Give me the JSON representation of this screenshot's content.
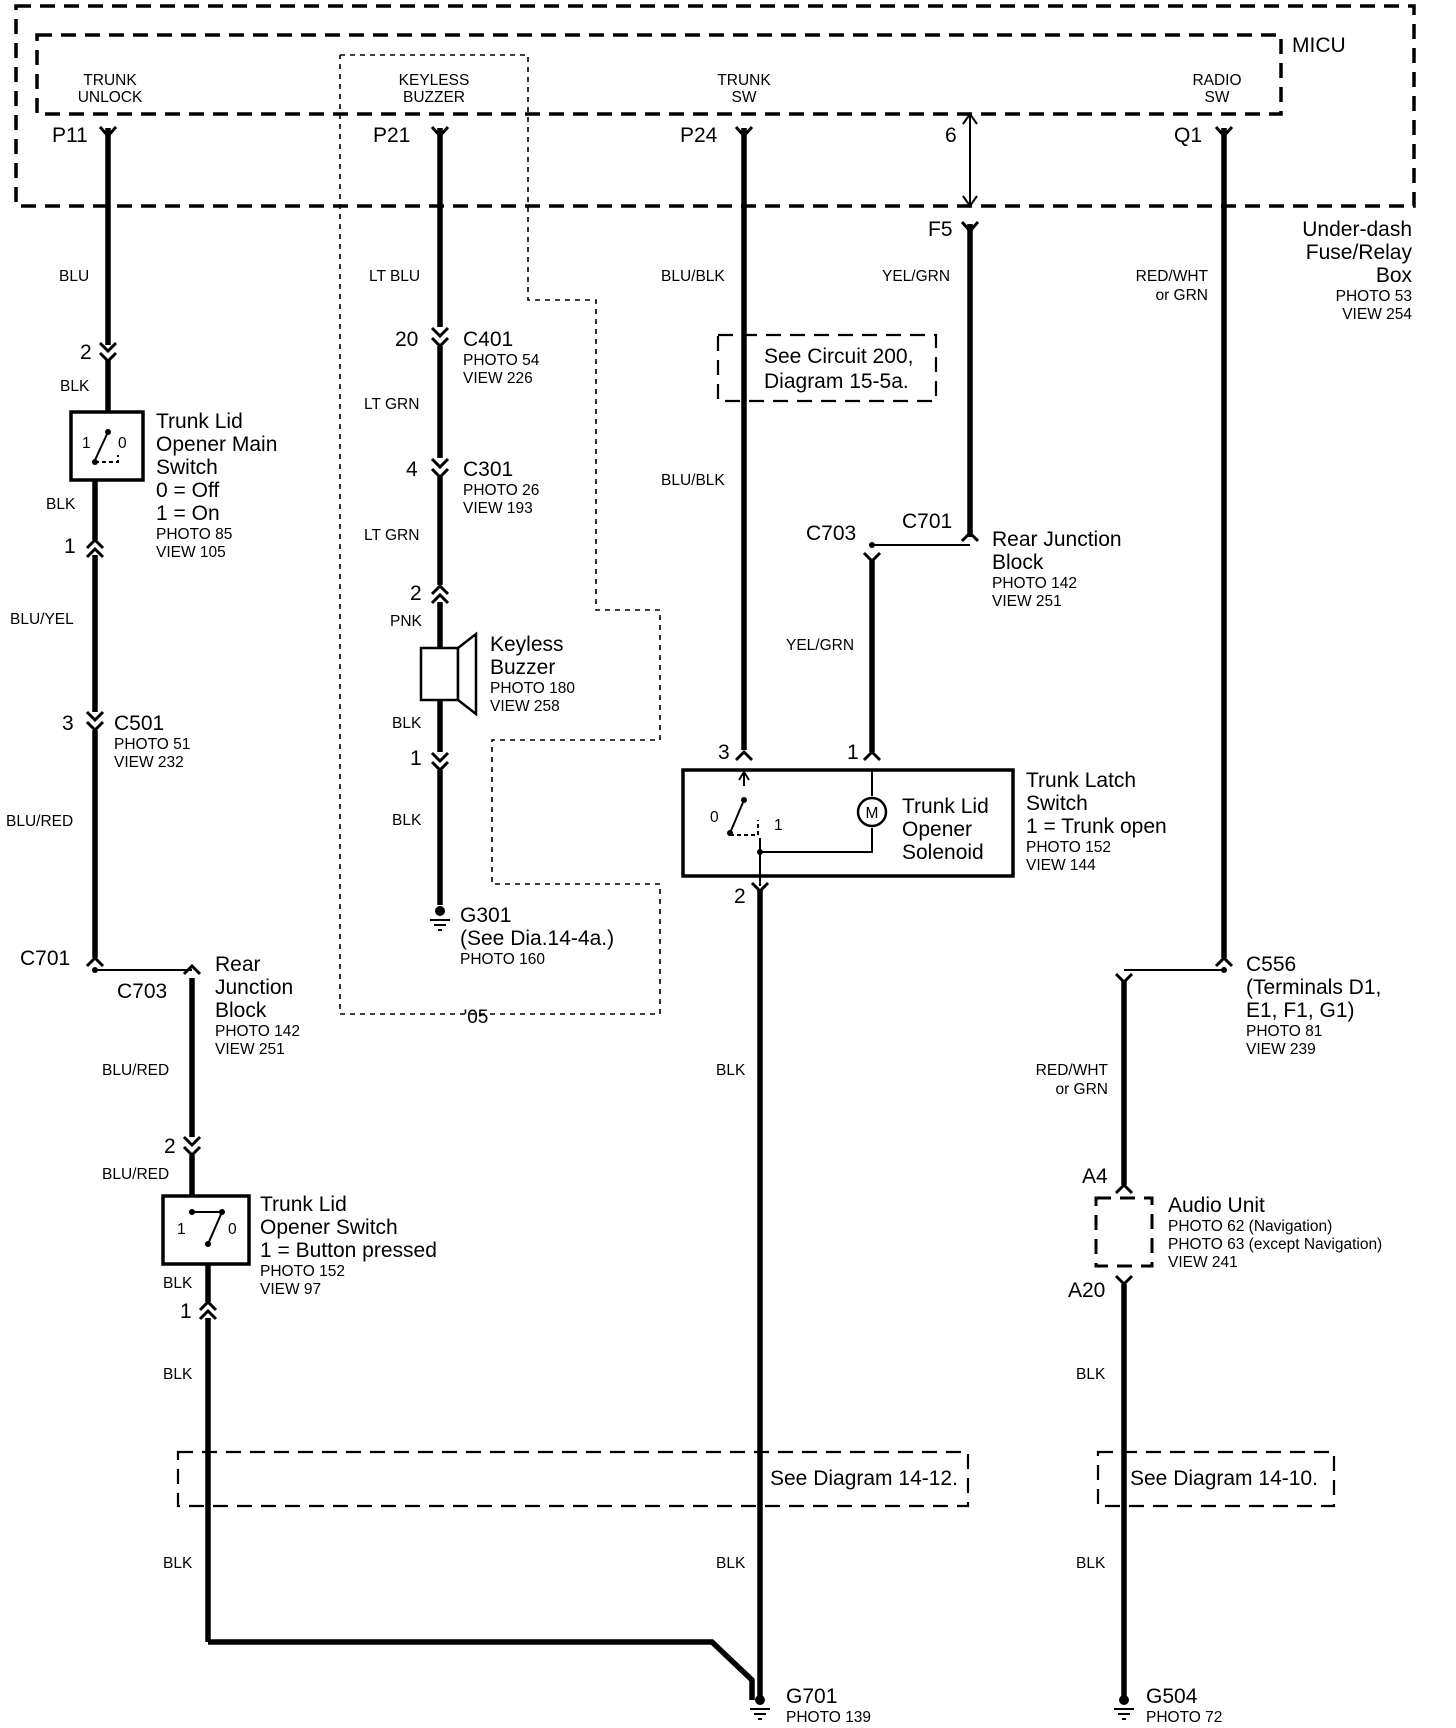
{
  "micu": {
    "title": "MICU",
    "pins": [
      {
        "label": "TRUNK",
        "label2": "UNLOCK",
        "pin": "P11"
      },
      {
        "label": "KEYLESS",
        "label2": "BUZZER",
        "pin": "P21"
      },
      {
        "label": "TRUNK",
        "label2": "SW",
        "pin": "P24"
      },
      {
        "label": "RADIO",
        "label2": "SW",
        "pin": "Q1"
      }
    ],
    "link_pin": "6"
  },
  "fuse_box": {
    "pin": "F5",
    "lines": [
      "Under-dash",
      "Fuse/Relay",
      "Box"
    ],
    "photo": "PHOTO 53",
    "view": "VIEW 254"
  },
  "wires": {
    "blu": "BLU",
    "blk": "BLK",
    "blu_yel": "BLU/YEL",
    "blu_red": "BLU/RED",
    "lt_blu": "LT BLU",
    "lt_grn": "LT GRN",
    "pnk": "PNK",
    "blu_blk": "BLU/BLK",
    "yel_grn": "YEL/GRN",
    "red_wht": "RED/WHT",
    "or_grn": "or GRN"
  },
  "main_switch": {
    "lines": [
      "Trunk Lid",
      "Opener Main",
      "Switch",
      "0 = Off",
      "1 = On"
    ],
    "photo": "PHOTO 85",
    "view": "VIEW 105",
    "pos1": "1",
    "pos0": "0"
  },
  "c401": {
    "pin": "20",
    "name": "C401",
    "photo": "PHOTO 54",
    "view": "VIEW 226"
  },
  "c301": {
    "pin": "4",
    "name": "C301",
    "photo": "PHOTO 26",
    "view": "VIEW 193"
  },
  "c501": {
    "pin": "3",
    "name": "C501",
    "photo": "PHOTO 51",
    "view": "VIEW 232"
  },
  "buzzer": {
    "lines": [
      "Keyless",
      "Buzzer"
    ],
    "photo": "PHOTO 180",
    "view": "VIEW 258",
    "pin_top": "2",
    "pin_bottom": "1"
  },
  "g301": {
    "name": "G301",
    "note": "(See Dia.14-4a.)",
    "photo": "PHOTO 160"
  },
  "year_note": "'05",
  "see_circuit": {
    "line1": "See Circuit 200,",
    "line2": "Diagram 15-5a."
  },
  "rear_junction": {
    "c703": "C703",
    "c701": "C701",
    "lines": [
      "Rear Junction",
      "Block"
    ],
    "photo": "PHOTO 142",
    "view": "VIEW 251"
  },
  "rear_junction_left": {
    "c701": "C701",
    "c703": "C703",
    "lines": [
      "Rear",
      "Junction",
      "Block"
    ],
    "photo": "PHOTO 142",
    "view": "VIEW 251"
  },
  "latch": {
    "lines": [
      "Trunk Latch",
      "Switch",
      "1 = Trunk open"
    ],
    "photo": "PHOTO 152",
    "view": "VIEW 144",
    "pin3": "3",
    "pin1": "1",
    "pin2": "2",
    "pos0": "0",
    "pos1": "1"
  },
  "solenoid": {
    "lines": [
      "Trunk Lid",
      "Opener",
      "Solenoid"
    ],
    "motor": "M"
  },
  "opener_switch": {
    "lines": [
      "Trunk Lid",
      "Opener Switch",
      "1 = Button pressed"
    ],
    "photo": "PHOTO 152",
    "view": "VIEW 97",
    "pin_top": "2",
    "pin_bottom": "1",
    "pos1": "1",
    "pos0": "0"
  },
  "c556": {
    "lines": [
      "C556",
      "(Terminals D1,",
      "E1, F1, G1)"
    ],
    "photo": "PHOTO 81",
    "view": "VIEW 239"
  },
  "audio": {
    "name": "Audio Unit",
    "pin_top": "A4",
    "pin_bottom": "A20",
    "photo1": "PHOTO 62 (Navigation)",
    "photo2": "PHOTO 63 (except Navigation)",
    "view": "VIEW 241"
  },
  "see12": "See Diagram 14-12.",
  "see10": "See Diagram 14-10.",
  "g701": {
    "name": "G701",
    "photo": "PHOTO 139"
  },
  "g504": {
    "name": "G504",
    "photo": "PHOTO 72"
  },
  "colors": {
    "ink": "#000000",
    "paper": "#ffffff"
  }
}
